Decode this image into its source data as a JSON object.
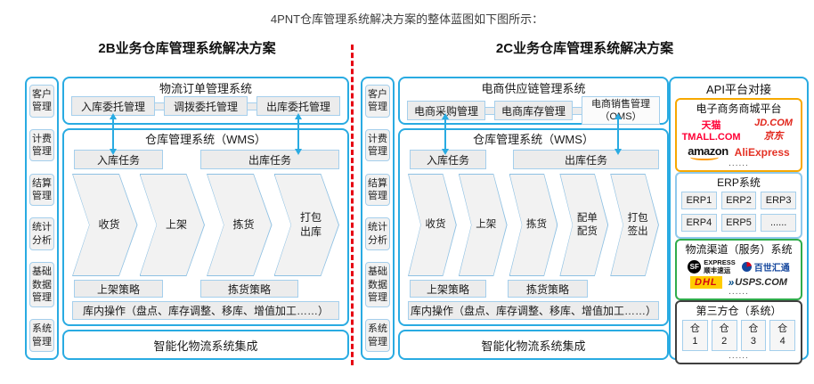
{
  "page_title": "4PNT仓库管理系统解决方案的整体蓝图如下图所示：",
  "b2b": {
    "header": "2B业务仓库管理系统解决方案",
    "sidebar": [
      "客户\n管理",
      "计费\n管理",
      "结算\n管理",
      "统计\n分析",
      "基础\n数据\n管理",
      "系统\n管理"
    ],
    "order_system": {
      "title": "物流订单管理系统",
      "items": [
        "入库委托管理",
        "调拨委托管理",
        "出库委托管理"
      ]
    },
    "wms": {
      "title": "仓库管理系统（WMS）",
      "inbound_task": "入库任务",
      "outbound_task": "出库任务",
      "chevrons": [
        "收货",
        "上架",
        "拣货",
        "打包\n出库"
      ],
      "putaway_strategy": "上架策略",
      "picking_strategy": "拣货策略",
      "operations": "库内操作（盘点、库存调整、移库、增值加工……）"
    },
    "integration": "智能化物流系统集成"
  },
  "b2c": {
    "header": "2C业务仓库管理系统解决方案",
    "sidebar": [
      "客户\n管理",
      "计费\n管理",
      "结算\n管理",
      "统计\n分析",
      "基础\n数据\n管理",
      "系统\n管理"
    ],
    "order_system": {
      "title": "电商供应链管理系统",
      "items": [
        "电商采购管理",
        "电商库存管理",
        "电商销售管理\n（OMS）"
      ]
    },
    "wms": {
      "title": "仓库管理系统（WMS）",
      "inbound_task": "入库任务",
      "outbound_task": "出库任务",
      "chevrons": [
        "收货",
        "上架",
        "拣货",
        "配单\n配货",
        "打包\n签出"
      ],
      "putaway_strategy": "上架策略",
      "picking_strategy": "拣货策略",
      "operations": "库内操作（盘点、库存调整、移库、增值加工……）"
    },
    "integration": "智能化物流系统集成"
  },
  "api": {
    "title": "API平台对接",
    "ecommerce": {
      "title": "电子商务商城平台",
      "tmall": "天猫TMALL.COM",
      "jd": "JD.COM 京东",
      "amazon": "amazon",
      "aliexpress": "AliExpress",
      "more": "......"
    },
    "erp": {
      "title": "ERP系统",
      "items": [
        "ERP1",
        "ERP2",
        "ERP3",
        "ERP4",
        "ERP5",
        "......"
      ]
    },
    "logistics": {
      "title": "物流渠道（服务）系统",
      "sf_badge": "SF",
      "sf_text": "EXPRESS\n顺丰速运",
      "best": "百世汇通",
      "dhl": "DHL",
      "usps": "USPS.COM",
      "more": "......"
    },
    "third_party": {
      "title": "第三方仓（系统）",
      "items": [
        "仓\n1",
        "仓\n2",
        "仓\n3",
        "仓\n4"
      ],
      "more": "......"
    }
  },
  "colors": {
    "panel_border": "#29abe2",
    "divider_red": "#e60012",
    "box_fill": "#ececec",
    "box_border": "#a5cfec",
    "ecommerce_border": "#f7a800",
    "logistics_border": "#2fac4b",
    "third_party_border": "#3f3f3f"
  }
}
